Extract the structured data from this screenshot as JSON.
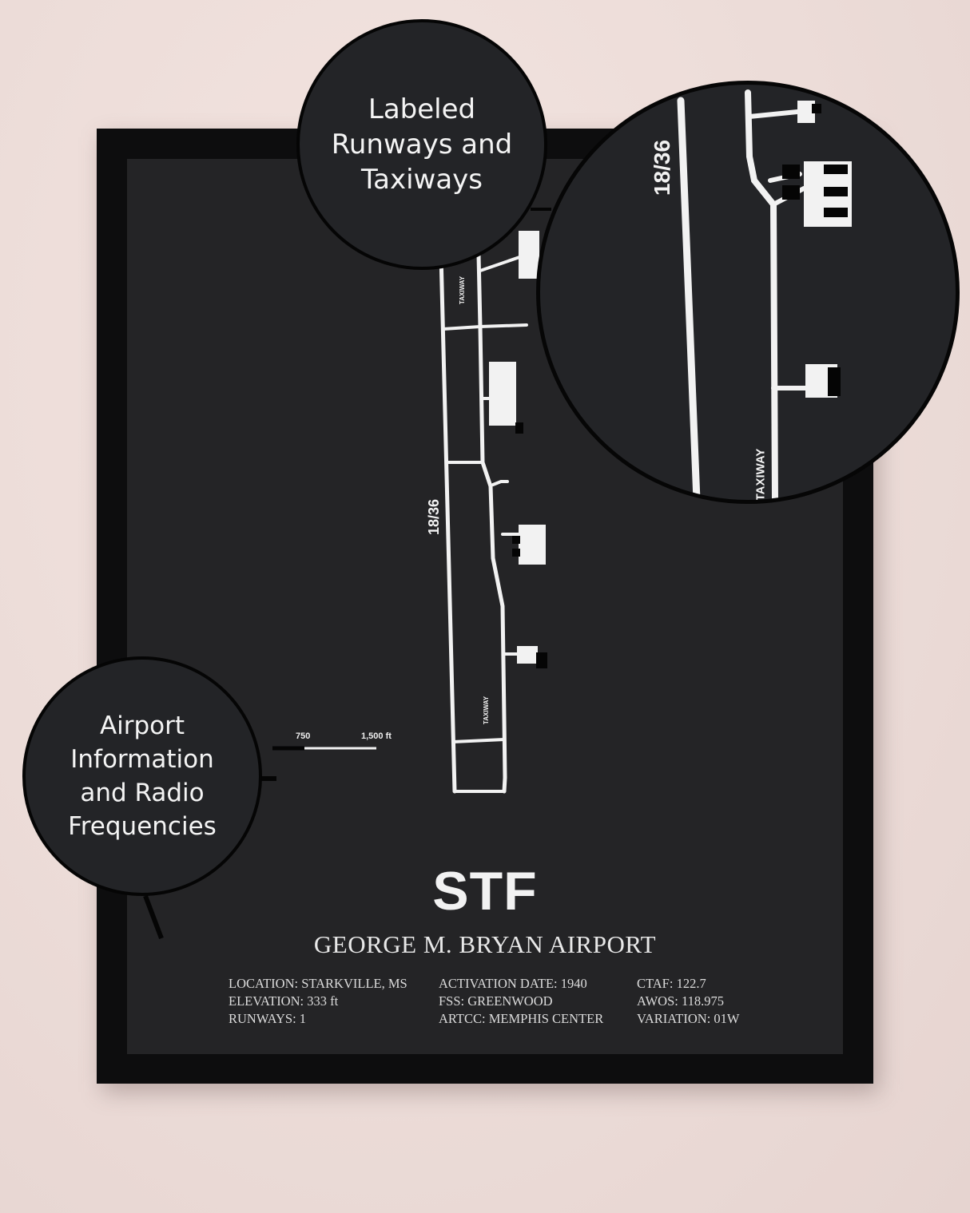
{
  "callouts": {
    "top": [
      "Labeled",
      "Runways and",
      "Taxiways"
    ],
    "left": [
      "Airport",
      "Information",
      "and Radio",
      "Frequencies"
    ]
  },
  "map": {
    "runway_label": "18/36",
    "taxiway_label": "TAXIWAY"
  },
  "scale_bar": {
    "mid_label": "750",
    "end_label": "1,500 ft"
  },
  "poster": {
    "code": "STF",
    "name": "GEORGE M. BRYAN AIRPORT",
    "info_col1": [
      "LOCATION: STARKVILLE, MS",
      "ELEVATION: 333 ft",
      "RUNWAYS: 1"
    ],
    "info_col2": [
      "ACTIVATION DATE: 1940",
      "FSS: GREENWOOD",
      "ARTCC: MEMPHIS CENTER"
    ],
    "info_col3": [
      "CTAF: 122.7",
      "AWOS: 118.975",
      "VARIATION: 01W"
    ]
  },
  "colors": {
    "wall": "#ecdcd8",
    "poster_bg": "#242426",
    "frame": "#0d0d0e",
    "ink": "#f2f2f2"
  }
}
